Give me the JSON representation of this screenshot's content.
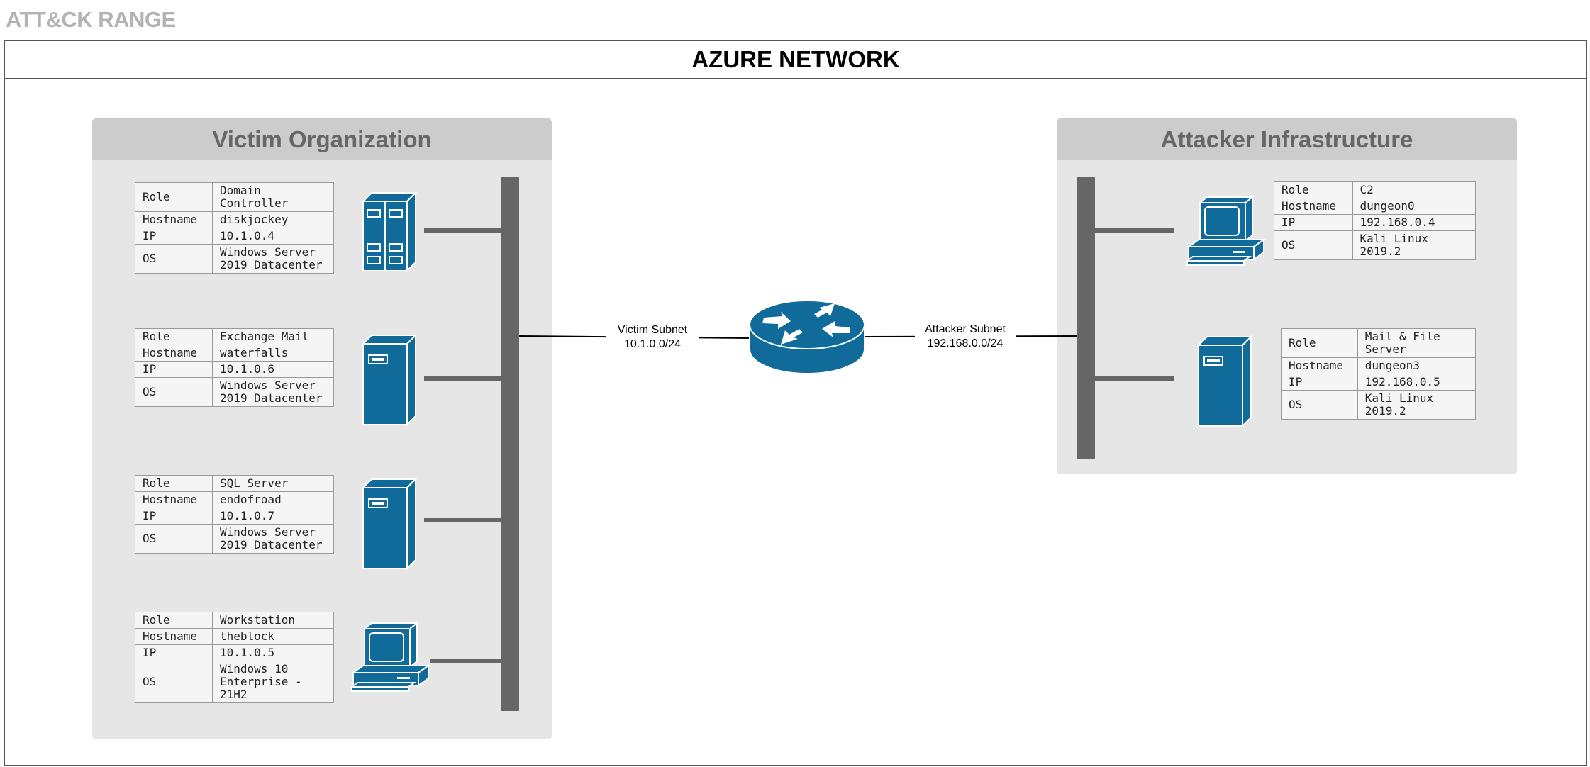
{
  "title": "ATT&CK RANGE",
  "network": {
    "title": "AZURE NETWORK"
  },
  "victim": {
    "title": "Victim Organization",
    "subnet_name": "Victim Subnet",
    "subnet_cidr": "10.1.0.0/24",
    "hosts": [
      {
        "role_label": "Role",
        "role": "Domain\nController",
        "hostname_label": "Hostname",
        "hostname": "diskjockey",
        "ip_label": "IP",
        "ip": "10.1.0.4",
        "os_label": "OS",
        "os": "Windows Server\n2019 Datacenter",
        "icon": "domain-controller-icon"
      },
      {
        "role_label": "Role",
        "role": "Exchange Mail",
        "hostname_label": "Hostname",
        "hostname": "waterfalls",
        "ip_label": "IP",
        "ip": "10.1.0.6",
        "os_label": "OS",
        "os": "Windows Server\n2019 Datacenter",
        "icon": "server-icon"
      },
      {
        "role_label": "Role",
        "role": "SQL Server",
        "hostname_label": "Hostname",
        "hostname": "endofroad",
        "ip_label": "IP",
        "ip": "10.1.0.7",
        "os_label": "OS",
        "os": "Windows Server\n2019 Datacenter",
        "icon": "server-icon"
      },
      {
        "role_label": "Role",
        "role": "Workstation",
        "hostname_label": "Hostname",
        "hostname": "theblock",
        "ip_label": "IP",
        "ip": "10.1.0.5",
        "os_label": "OS",
        "os": "Windows 10\nEnterprise -\n21H2",
        "icon": "workstation-icon"
      }
    ]
  },
  "attacker": {
    "title": "Attacker Infrastructure",
    "subnet_name": "Attacker Subnet",
    "subnet_cidr": "192.168.0.0/24",
    "hosts": [
      {
        "role_label": "Role",
        "role": "C2",
        "hostname_label": "Hostname",
        "hostname": "dungeon0",
        "ip_label": "IP",
        "ip": "192.168.0.4",
        "os_label": "OS",
        "os": "Kali Linux\n2019.2",
        "icon": "workstation-icon"
      },
      {
        "role_label": "Role",
        "role": "Mail & File\nServer",
        "hostname_label": "Hostname",
        "hostname": "dungeon3",
        "ip_label": "IP",
        "ip": "192.168.0.5",
        "os_label": "OS",
        "os": "Kali Linux\n2019.2",
        "icon": "server-icon"
      }
    ]
  },
  "router": {
    "icon": "router-icon"
  },
  "colors": {
    "device": "#106b9b",
    "bus": "#666666",
    "zone": "#e6e6e6",
    "zone_header": "#cccccc"
  }
}
